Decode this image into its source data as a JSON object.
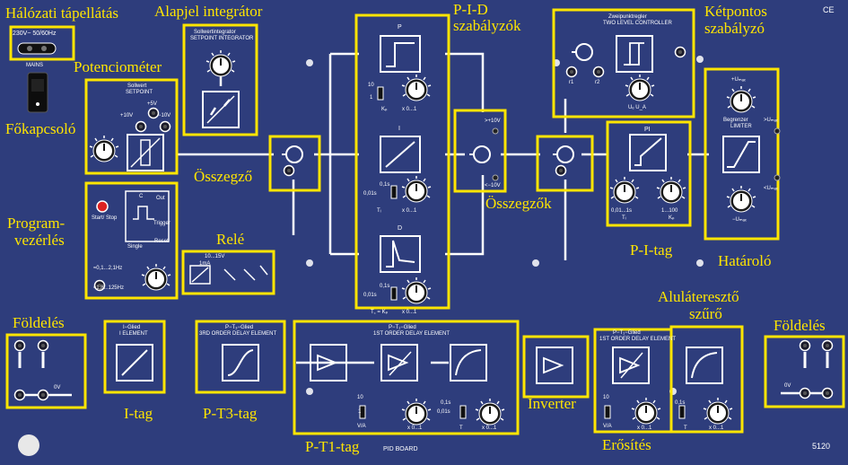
{
  "board": {
    "name": "PID BOARD",
    "number": "5120",
    "ce": "CE"
  },
  "labels": {
    "power_supply": "Hálózati tápellátás",
    "setpoint_integrator": "Alapjel integrátor",
    "pid_controllers_line1": "P-I-D",
    "pid_controllers_line2": "szabályzók",
    "two_point_line1": "Kétpontos",
    "two_point_line2": "szabályzó",
    "potentiometer": "Potenciométer",
    "main_switch": "Főkapcsoló",
    "summer": "Összegző",
    "summers": "Összegzők",
    "program_line1": "Program-",
    "program_line2": "vezérlés",
    "relay": "Relé",
    "pi_element": "P-I-tag",
    "limiter": "Határoló",
    "lowpass_line1": "Aluláteresztő",
    "lowpass_line2": "szűrő",
    "ground_left": "Földelés",
    "ground_right": "Földelés",
    "i_element": "I-tag",
    "pt3_element": "P-T3-tag",
    "pt1_element": "P-T1-tag",
    "inverter": "Inverter",
    "amplifier": "Erősítés"
  },
  "panel_text": {
    "mains_voltage": "230V~ 50/60Hz",
    "mains": "MAINS",
    "sollwert": "Sollwert",
    "setpoint": "SETPOINT",
    "plus5v": "+5V",
    "plus10v": "+10V",
    "minus10v": "−10V",
    "sollwertintegrator": "Sollwertintegrator",
    "setpoint_integrator": "SETPOINT INTEGRATOR",
    "p": "P",
    "i": "I",
    "d": "D",
    "kp": "Kₚ",
    "x01": "x 0...1",
    "r10": "10",
    "r1": "1",
    "t01s": "0,1s",
    "t001s": "0,01s",
    "ti": "Tᵢ",
    "td": "T꜀ = Kₚ",
    "plus10": ">+10V",
    "minus10": "<−10V",
    "zweipunktregler": "Zweipunktregler",
    "two_level": "TWO LEVEL CONTROLLER",
    "r1l": "r1",
    "r2l": "r2",
    "uein_ua": "Uₑ U_A",
    "pi": "PI",
    "ti_range": "0,01...1s",
    "kp_range": "1...100",
    "ti2": "Tᵢ",
    "kp2": "Kₚ",
    "begrenzer": "Begrenzer",
    "limiter": "LIMITER",
    "plus_umax": "+Uₘₐₓ",
    "minus_umax": "−Uₘₐₓ",
    "gt_umax": ">Uₘₐₓ",
    "lt_umax": "<Uₘₐₓ",
    "start_stop": "Start/ Stop",
    "out": "Out",
    "trigger": "Trigger",
    "single": "Single",
    "reset": "Reset",
    "c": "C",
    "freq1": "≈0,1...2,1Hz",
    "freq2": "≈1,8...125Hz",
    "relay_v": "10...15V",
    "relay_ma": "1mA",
    "zero_v": "0V",
    "i_glied": "I−Glied",
    "i_element": "I ELEMENT",
    "pt3_glied": "P−T₃−Glied",
    "pt3_element": "3RD ORDER DELAY ELEMENT",
    "pt1_glied": "P−T₁−Glied",
    "pt1_element": "1ST ORDER DELAY ELEMENT",
    "pt1b_glied": "P−T₁−Glied",
    "pt1b_element": "1ST ORDER DELAY ELEMENT",
    "via": "V/A",
    "t": "T"
  },
  "colors": {
    "panel": "#2e3d7c",
    "highlight": "#ffe500",
    "line": "#ffffff"
  }
}
